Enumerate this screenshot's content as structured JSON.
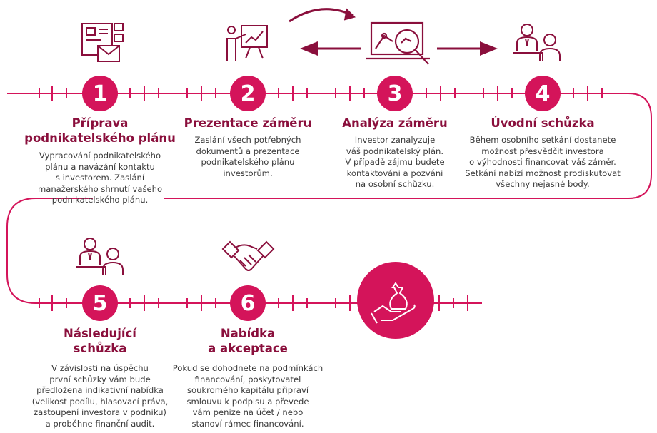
{
  "colors": {
    "accent": "#d4145a",
    "title": "#8a0f3c",
    "text": "#3a3a3a"
  },
  "steps": [
    {
      "number": "1",
      "title": "Příprava\npodnikatelského plánu",
      "description": "Vypracování podnikatelského\nplánu a navázání kontaktu\ns investorem. Zaslání\nmanažerského shrnutí vašeho\npodnikatelského plánu.",
      "icon": "documents-mail-icon"
    },
    {
      "number": "2",
      "title": "Prezentace záměru",
      "description": "Zaslání všech potřebných\ndokumentů a prezentace\npodnikatelského plánu\ninvestorům.",
      "icon": "presentation-icon"
    },
    {
      "number": "3",
      "title": "Analýza záměru",
      "description": "Investor zanalyzuje\nváš podnikatelský plán.\nV případě zájmu budete\nkontaktováni a pozváni\nna osobní schůzku.",
      "icon": "laptop-analysis-icon"
    },
    {
      "number": "4",
      "title": "Úvodní schůzka",
      "description": "Během osobního setkání dostanete\nmožnost přesvědčit investora\no výhodnosti financovat váš záměr.\nSetkání nabízí možnost prodiskutovat\nvšechny nejasné body.",
      "icon": "meeting-icon"
    },
    {
      "number": "5",
      "title": "Následující\nschůzka",
      "description": "V závislosti na úspěchu\nprvní schůzky vám bude\npředložena indikativní nabídka\n(velikost podílu, hlasovací práva,\nzastoupení investora v podniku)\na proběhne finanční audit.",
      "icon": "meeting-icon"
    },
    {
      "number": "6",
      "title": "Nabídka\na akceptace",
      "description": "Pokud se dohodnete na podmínkách\nfinancování, poskytovatel\nsoukromého kapitálu připraví\nsmlouvu k podpisu a převede\nvám peníze na účet / nebo\nstanoví rámec financování.",
      "icon": "handshake-icon"
    }
  ],
  "final_icon": "money-bag-hand-icon"
}
